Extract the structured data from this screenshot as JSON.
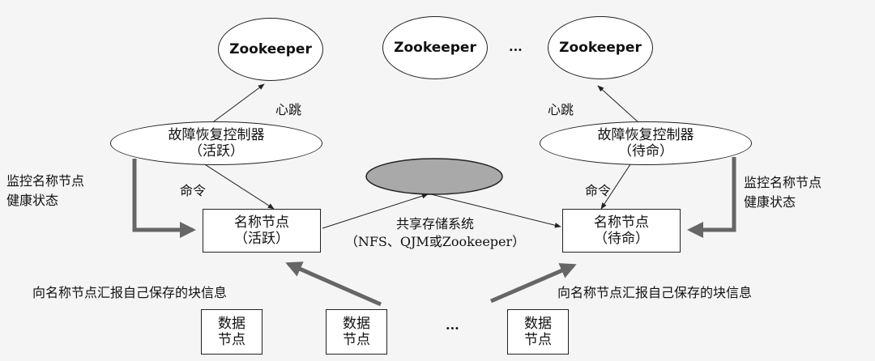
{
  "zookeepers": [
    "Zookeeper",
    "Zookeeper",
    "Zookeeper"
  ],
  "zk_ellipsis": "...",
  "failover_left": {
    "line1": "故障恢复控制器",
    "line2": "（活跃）"
  },
  "failover_right": {
    "line1": "故障恢复控制器",
    "line2": "（待命）"
  },
  "namenode_left": {
    "line1": "名称节点",
    "line2": "（活跃）"
  },
  "namenode_right": {
    "line1": "名称节点",
    "line2": "（待命）"
  },
  "shared_storage": {
    "line1": "共享存储系统",
    "line2": "（NFS、QJM或Zookeeper）",
    "fill": "#a9a9a9"
  },
  "labels": {
    "heartbeat": "心跳",
    "command": "命令",
    "monitor_line1": "监控名称节点",
    "monitor_line2": "健康状态",
    "report": "向名称节点汇报自己保存的块信息"
  },
  "datanodes": [
    {
      "line1": "数据",
      "line2": "节点"
    },
    {
      "line1": "数据",
      "line2": "节点"
    },
    {
      "line1": "数据",
      "line2": "节点"
    }
  ],
  "dn_ellipsis": "..."
}
